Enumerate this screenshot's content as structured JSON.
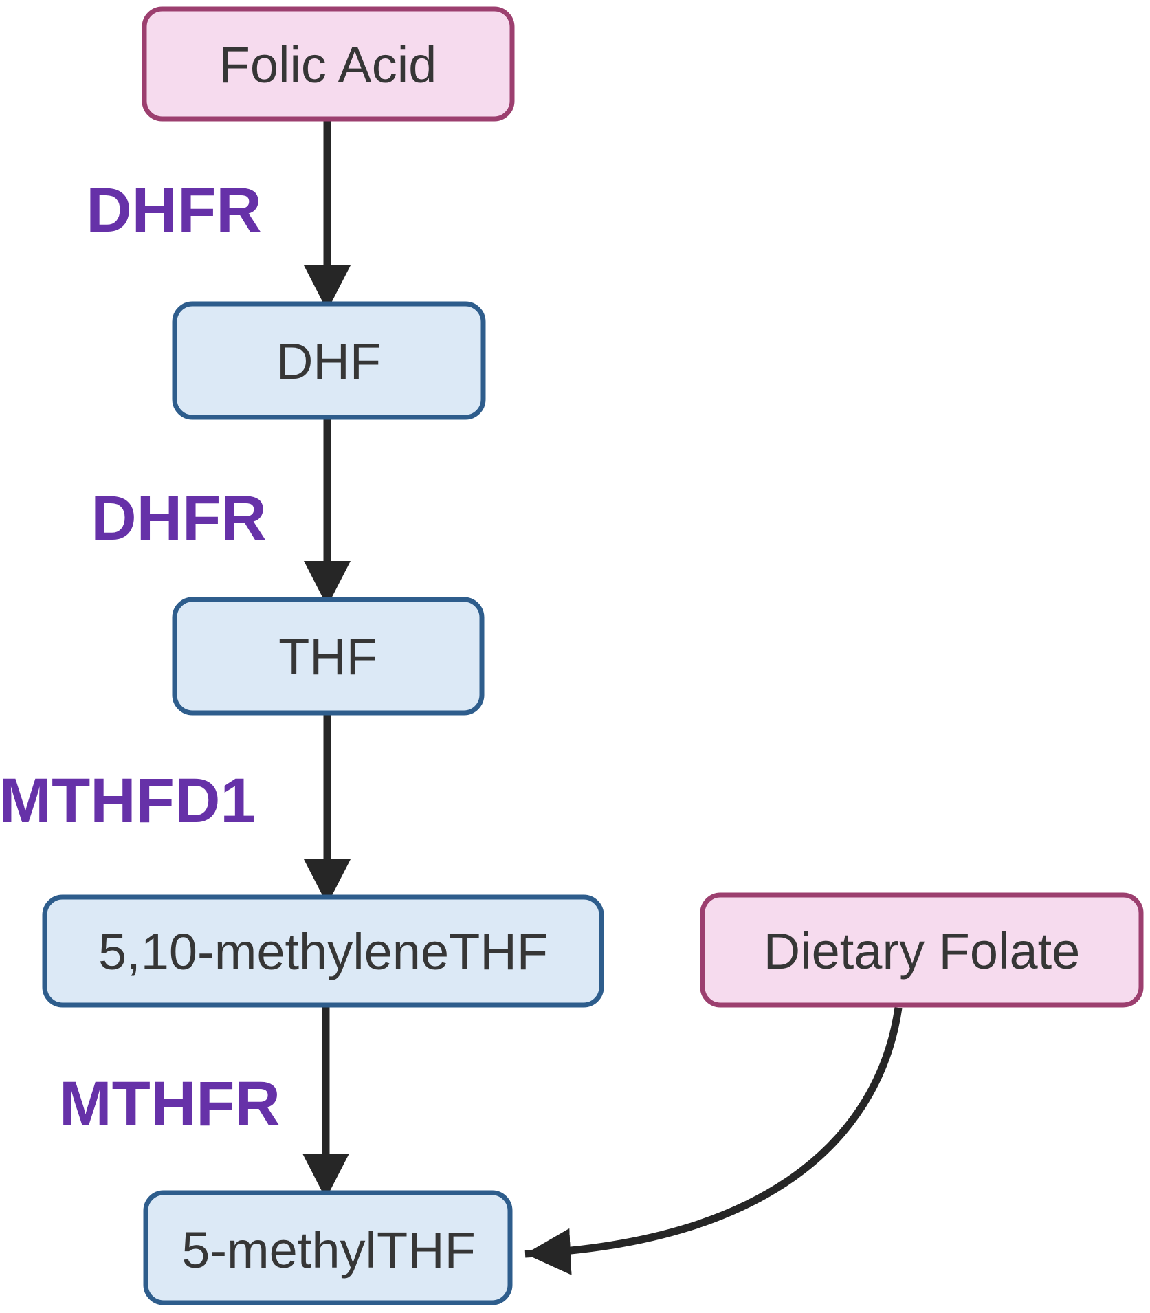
{
  "diagram": {
    "description": "Folate metabolism pathway diagram",
    "colors": {
      "substrate_fill": "#f6dbee",
      "substrate_border": "#9c3f6f",
      "metabolite_fill": "#dce9f6",
      "metabolite_border": "#2e5d8c",
      "enzyme_text": "#6631a8",
      "arrow": "#262626",
      "node_text": "#363636",
      "background": "#ffffff"
    },
    "nodes": {
      "folic_acid": {
        "label": "Folic Acid",
        "type": "substrate"
      },
      "dhf": {
        "label": "DHF",
        "type": "metabolite"
      },
      "thf": {
        "label": "THF",
        "type": "metabolite"
      },
      "methylene_thf": {
        "label": "5,10-methyleneTHF",
        "type": "metabolite"
      },
      "dietary_folate": {
        "label": "Dietary Folate",
        "type": "substrate"
      },
      "methyl_thf": {
        "label": "5-methylTHF",
        "type": "metabolite"
      }
    },
    "enzymes": {
      "dhfr_top": {
        "label": "DHFR"
      },
      "dhfr_mid": {
        "label": "DHFR"
      },
      "mthfd1": {
        "label": "MTHFD1"
      },
      "mthfr": {
        "label": "MTHFR"
      }
    },
    "edges": [
      {
        "from": "Folic Acid",
        "to": "DHF",
        "enzyme": "DHFR"
      },
      {
        "from": "DHF",
        "to": "THF",
        "enzyme": "DHFR"
      },
      {
        "from": "THF",
        "to": "5,10-methyleneTHF",
        "enzyme": "MTHFD1"
      },
      {
        "from": "5,10-methyleneTHF",
        "to": "5-methylTHF",
        "enzyme": "MTHFR"
      },
      {
        "from": "Dietary Folate",
        "to": "5-methylTHF",
        "enzyme": ""
      }
    ]
  }
}
